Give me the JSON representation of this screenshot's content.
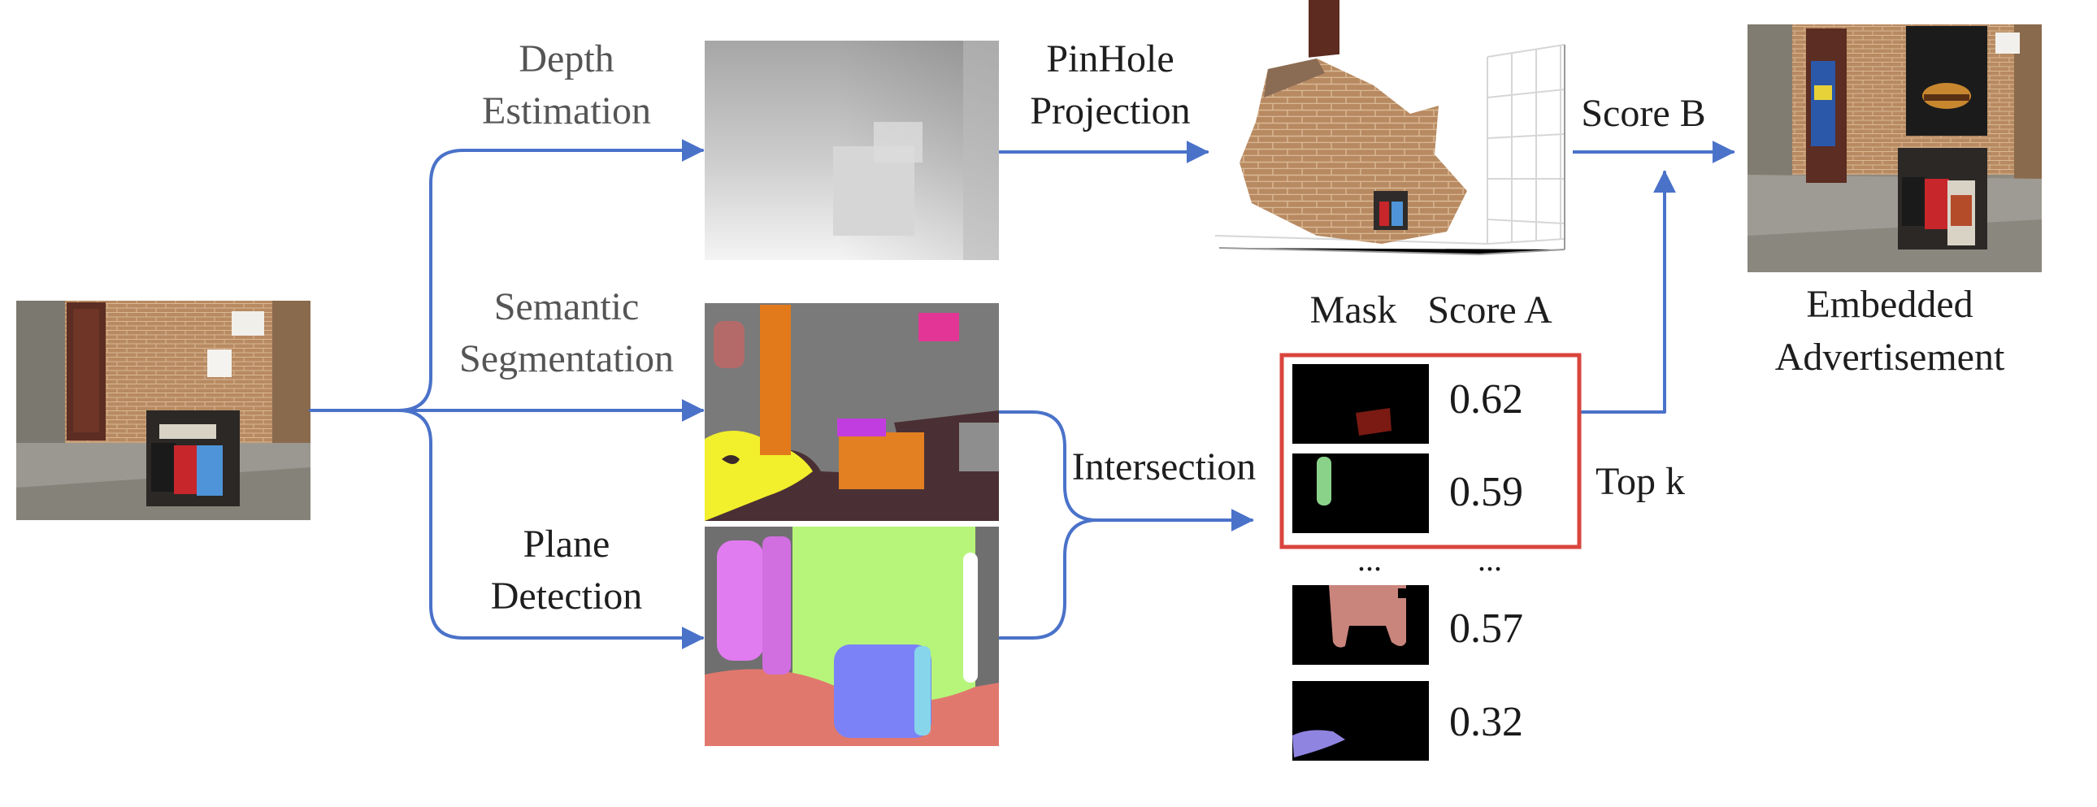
{
  "labels": {
    "depth_l1": "Depth",
    "depth_l2": "Estimation",
    "semantic_l1": "Semantic",
    "semantic_l2": "Segmentation",
    "plane_l1": "Plane",
    "plane_l2": "Detection",
    "pinhole_l1": "PinHole",
    "pinhole_l2": "Projection",
    "intersection": "Intersection",
    "score_b": "Score B",
    "mask_header": "Mask",
    "score_a_header": "Score A",
    "top_k": "Top k",
    "embedded_l1": "Embedded",
    "embedded_l2": "Advertisement"
  },
  "mask_scores": [
    "0.62",
    "0.59",
    "0.57",
    "0.32"
  ],
  "ellipsis": "...",
  "colors": {
    "arrow": "#4a72c9",
    "topk_box": "#d9453d",
    "mask_bg": "#000000"
  }
}
